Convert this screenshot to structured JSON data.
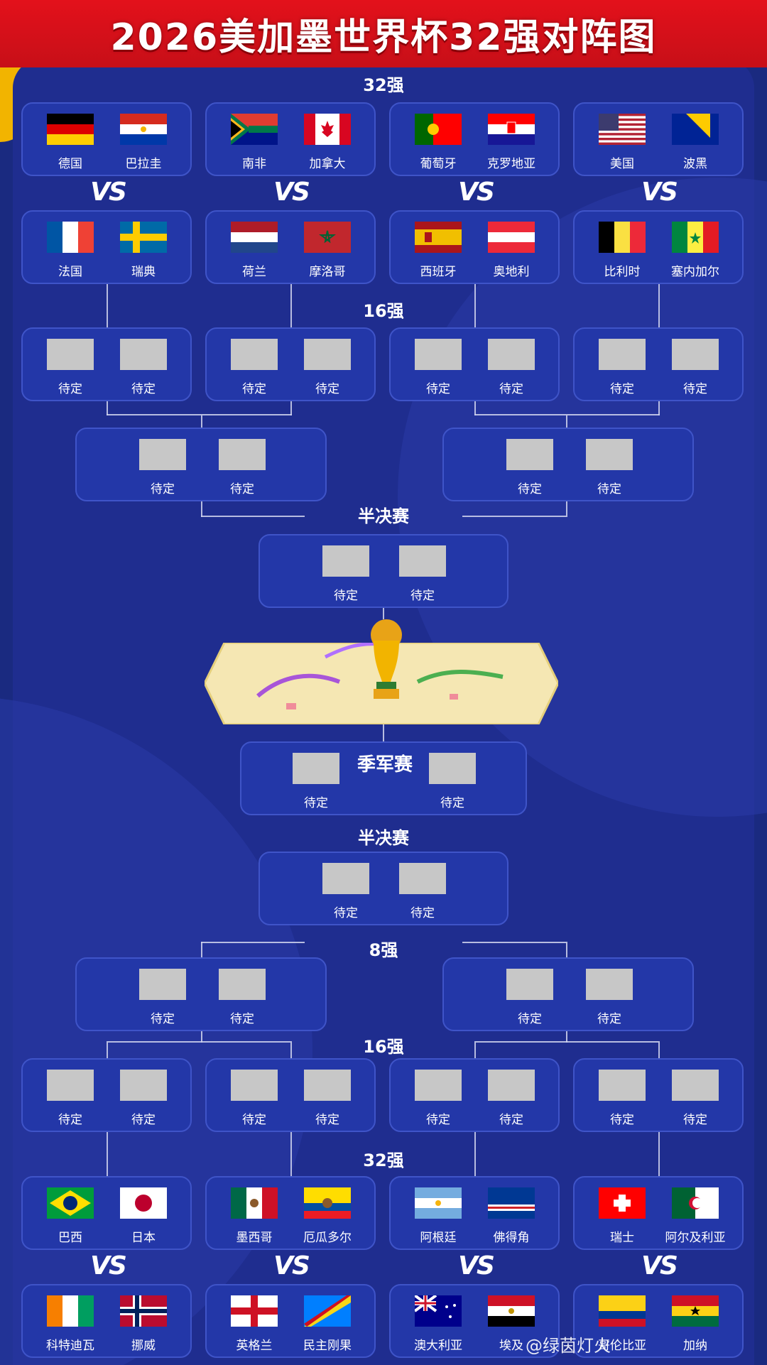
{
  "title": "2026美加墨世界杯32强对阵图",
  "rounds": {
    "r32_top": "32强",
    "r16_top": "16强",
    "semi_top": "半决赛",
    "third_place": "季军赛",
    "semi_bottom": "半决赛",
    "qf_bottom": "8强",
    "r16_bottom": "16强",
    "r32_bottom": "32强"
  },
  "vs_label": "VS",
  "tbd": "待定",
  "top_group_a": [
    {
      "left": {
        "name": "德国",
        "flag": "germany-flag"
      },
      "right": {
        "name": "巴拉圭",
        "flag": "paraguay-flag"
      }
    },
    {
      "left": {
        "name": "南非",
        "flag": "south-africa-flag"
      },
      "right": {
        "name": "加拿大",
        "flag": "canada-flag"
      }
    },
    {
      "left": {
        "name": "葡萄牙",
        "flag": "portugal-flag"
      },
      "right": {
        "name": "克罗地亚",
        "flag": "croatia-flag"
      }
    },
    {
      "left": {
        "name": "美国",
        "flag": "usa-flag"
      },
      "right": {
        "name": "波黑",
        "flag": "bosnia-flag"
      }
    }
  ],
  "top_group_b": [
    {
      "left": {
        "name": "法国",
        "flag": "france-flag"
      },
      "right": {
        "name": "瑞典",
        "flag": "sweden-flag"
      }
    },
    {
      "left": {
        "name": "荷兰",
        "flag": "netherlands-flag"
      },
      "right": {
        "name": "摩洛哥",
        "flag": "morocco-flag"
      }
    },
    {
      "left": {
        "name": "西班牙",
        "flag": "spain-flag"
      },
      "right": {
        "name": "奥地利",
        "flag": "austria-flag"
      }
    },
    {
      "left": {
        "name": "比利时",
        "flag": "belgium-flag"
      },
      "right": {
        "name": "塞内加尔",
        "flag": "senegal-flag"
      }
    }
  ],
  "bottom_group_a": [
    {
      "left": {
        "name": "巴西",
        "flag": "brazil-flag"
      },
      "right": {
        "name": "日本",
        "flag": "japan-flag"
      }
    },
    {
      "left": {
        "name": "墨西哥",
        "flag": "mexico-flag"
      },
      "right": {
        "name": "厄瓜多尔",
        "flag": "ecuador-flag"
      }
    },
    {
      "left": {
        "name": "阿根廷",
        "flag": "argentina-flag"
      },
      "right": {
        "name": "佛得角",
        "flag": "cape-verde-flag"
      }
    },
    {
      "left": {
        "name": "瑞士",
        "flag": "switzerland-flag"
      },
      "right": {
        "name": "阿尔及利亚",
        "flag": "algeria-flag"
      }
    }
  ],
  "bottom_group_b": [
    {
      "left": {
        "name": "科特迪瓦",
        "flag": "ivory-coast-flag"
      },
      "right": {
        "name": "挪威",
        "flag": "norway-flag"
      }
    },
    {
      "left": {
        "name": "英格兰",
        "flag": "england-flag"
      },
      "right": {
        "name": "民主刚果",
        "flag": "dr-congo-flag"
      }
    },
    {
      "left": {
        "name": "澳大利亚",
        "flag": "australia-flag"
      },
      "right": {
        "name": "埃及",
        "flag": "egypt-flag"
      }
    },
    {
      "left": {
        "name": "哥伦比亚",
        "flag": "colombia-flag"
      },
      "right": {
        "name": "加纳",
        "flag": "ghana-flag"
      }
    }
  ],
  "watermark": "@绿茵灯火",
  "colors": {
    "header_red": "#e3111b",
    "panel_blue": "#1f2d8f",
    "card_blue": "#2337a8",
    "card_border": "#3f54c8",
    "final_gold": "#f5e7b3",
    "tbd_gray": "#c7c7c7",
    "accent_gold": "#f2b400"
  }
}
